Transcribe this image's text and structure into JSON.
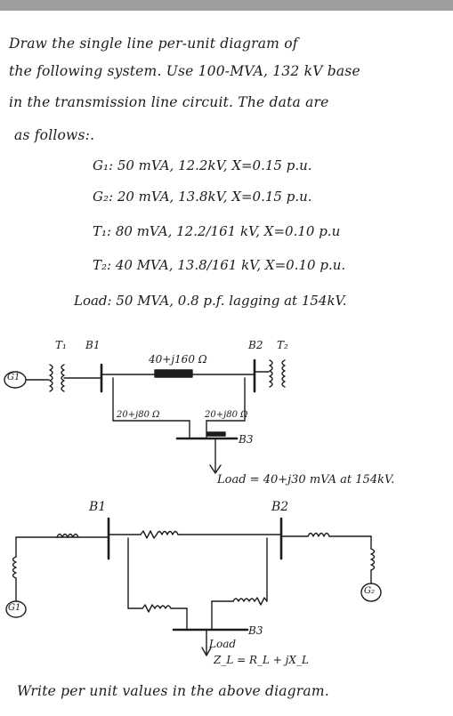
{
  "problem": {
    "line1": "Draw the single line per-unit diagram of",
    "line2": "the following system. Use 100-MVA, 132 kV base",
    "line3": "in the transmission line circuit. The data are",
    "line4": "as follows:."
  },
  "data_list": {
    "g1": "G₁: 50 mVA, 12.2kV, X=0.15 p.u.",
    "g2": "G₂: 20 mVA, 13.8kV, X=0.15 p.u.",
    "t1": "T₁: 80 mVA, 12.2/161 kV, X=0.10 p.u",
    "t2": "T₂: 40 MVA, 13.8/161 kV, X=0.10 p.u.",
    "load": "Load: 50 MVA, 0.8 p.f. lagging at 154kV."
  },
  "diagram1": {
    "t1_label": "T₁",
    "b1_label": "B1",
    "b2_label": "B2",
    "t2_label": "T₂",
    "g1_label": "G1",
    "line12": "40+j160 Ω",
    "line13": "20+j80 Ω",
    "line23": "20+j80 Ω",
    "b3_label": "B3",
    "load_text": "Load = 40+j30 mVA at 154kV."
  },
  "diagram2": {
    "b1_label": "B1",
    "b2_label": "B2",
    "g1_label": "G1",
    "g2_label": "G₂",
    "b3_label": "B3",
    "load_label": "Load",
    "zl_label": "Z_L = R_L + jX_L"
  },
  "footer": {
    "instruction": "Write per unit values in the above diagram."
  }
}
